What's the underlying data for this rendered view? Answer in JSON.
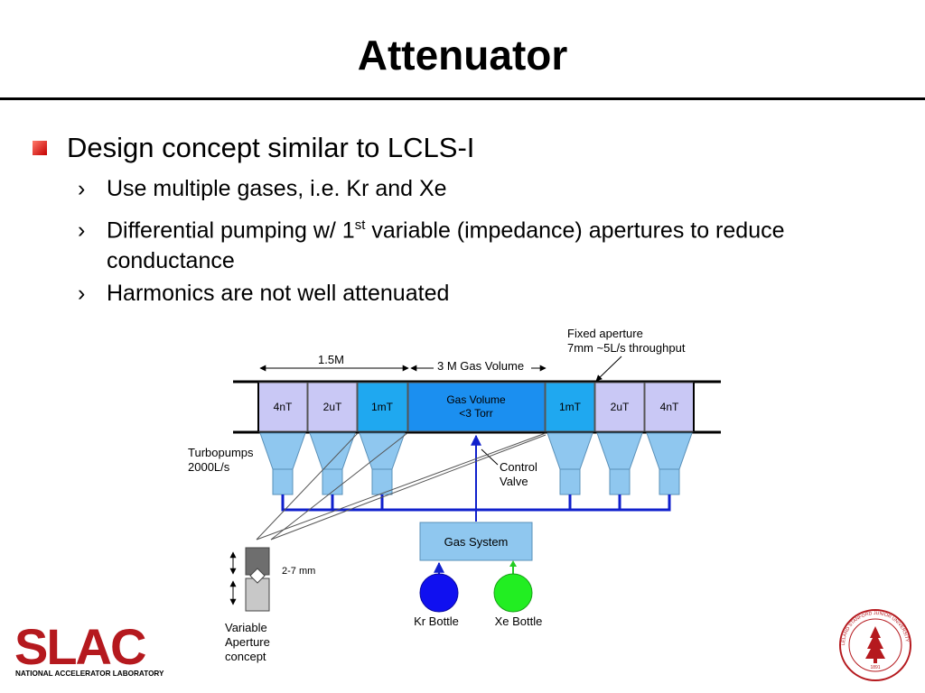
{
  "slide": {
    "title": "Attenuator",
    "bullet": "Design concept similar to LCLS-I",
    "sub_bullets": [
      "Use multiple gases, i.e. Kr and Xe",
      "Differential pumping w/ 1",
      "st",
      "variable (impedance) apertures to reduce",
      "conductance",
      "Harmonics are not well attenuated"
    ],
    "chevron": "›"
  },
  "diagram": {
    "fixed_aperture": [
      "Fixed aperture",
      "7mm ~5L/s throughput"
    ],
    "dim_left": "1.5M",
    "dim_center": "3 M Gas Volume",
    "cells_left": [
      "4nT",
      "2uT",
      "1mT"
    ],
    "cells_right": [
      "1mT",
      "2uT",
      "4nT"
    ],
    "gas_volume": [
      "Gas Volume",
      "<3 Torr"
    ],
    "turbopumps": [
      "Turbopumps",
      "2000L/s"
    ],
    "control_valve": [
      "Control",
      "Valve"
    ],
    "gas_system": "Gas System",
    "aperture_size": "2-7 mm",
    "variable_aperture": [
      "Variable",
      "Aperture",
      "concept"
    ],
    "kr_bottle": "Kr Bottle",
    "xe_bottle": "Xe Bottle",
    "colors": {
      "cell_light": "#c9c8f5",
      "cell_blue": "#1fa8f0",
      "gas_volume": "#1b8ff0",
      "pump": "#8fc7ef",
      "pipe": "#1020cc",
      "gas_box": "#8fc7ef",
      "kr": "#1010f0",
      "xe": "#22ee22"
    }
  },
  "footer": {
    "logo_text": "SLAC",
    "lab_name": "NATIONAL ACCELERATOR LABORATORY",
    "seal_text": "LELAND STANFORD JUNIOR UNIVERSITY",
    "seal_year": "1891"
  }
}
